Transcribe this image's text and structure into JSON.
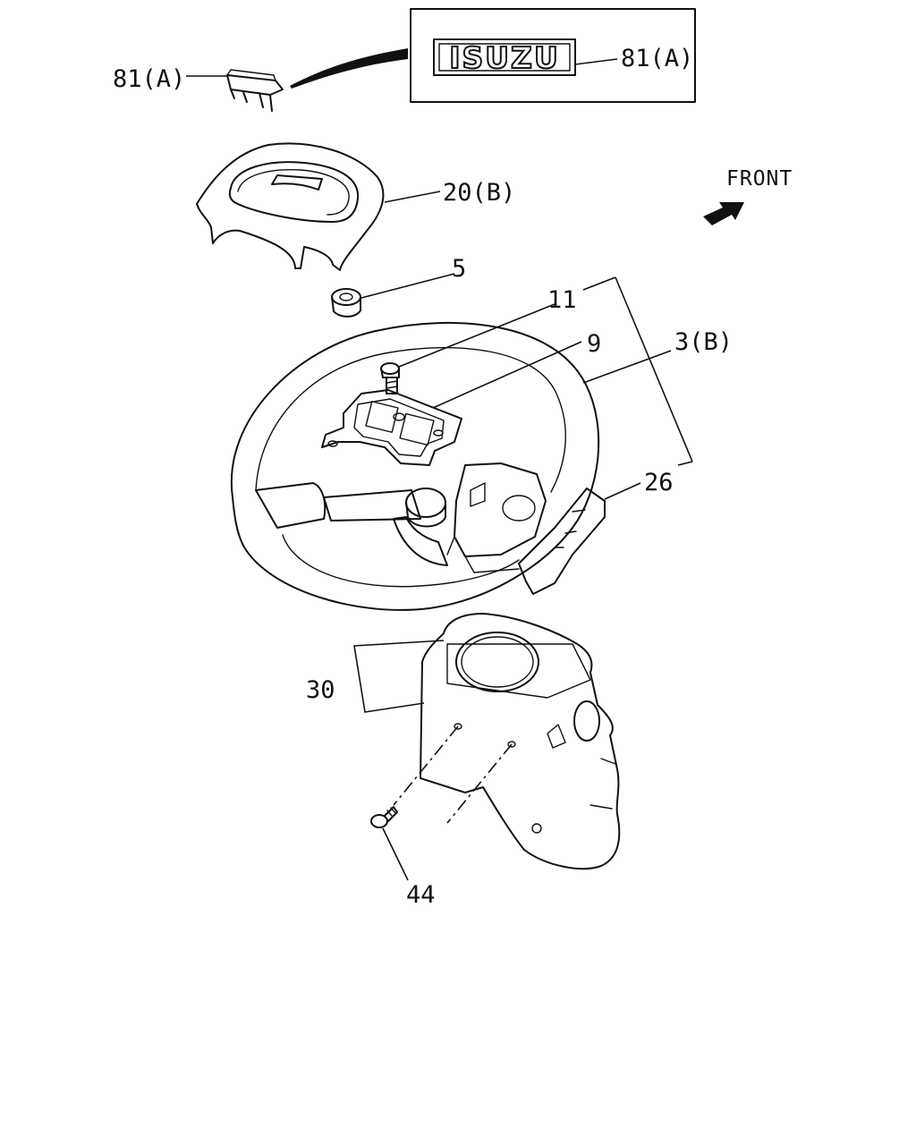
{
  "labels": {
    "emblem_left": "81(A)",
    "emblem_inset": "81(A)",
    "logo": "ISUZU",
    "horn_pad": "20(B)",
    "front": "FRONT",
    "nut": "5",
    "bolt": "11",
    "bracket": "9",
    "wheel": "3(B)",
    "lower_cover": "26",
    "column_cover": "30",
    "screw": "44"
  }
}
